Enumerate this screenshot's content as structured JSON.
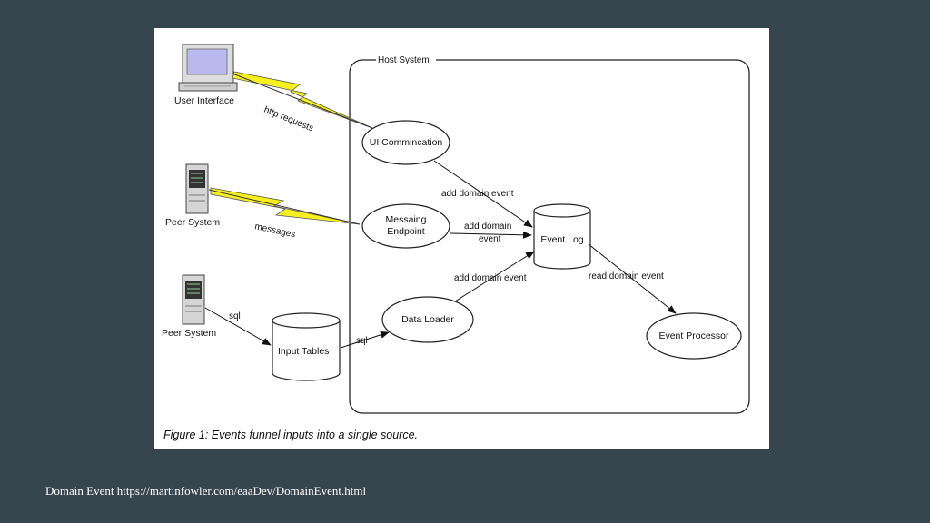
{
  "figure": {
    "host_system_label": "Host System",
    "caption": "Figure 1: Events funnel inputs into a single source.",
    "actors": {
      "user_interface": "User Interface",
      "peer_system_1": "Peer System",
      "peer_system_2": "Peer System"
    },
    "nodes": {
      "ui_communication": "UI Commincation",
      "messaging_endpoint_line1": "Messaing",
      "messaging_endpoint_line2": "Endpoint",
      "data_loader": "Data Loader",
      "event_log": "Event Log",
      "event_processor": "Event Processor",
      "input_tables": "Input Tables"
    },
    "edges": {
      "http_requests": "http requests",
      "messages": "messages",
      "sql_1": "sql",
      "sql_2": "sql",
      "add_domain_event_1": "add domain event",
      "add_domain_event_2_line1": "add domain",
      "add_domain_event_2_line2": "event",
      "add_domain_event_3": "add domain event",
      "read_domain_event": "read domain event"
    },
    "colors": {
      "lightning": "#f5f01e",
      "monitor_screen": "#b9b9ee",
      "background": "#37454f"
    }
  },
  "footer": {
    "reference": "Domain Event https://martinfowler.com/eaaDev/DomainEvent.html"
  }
}
